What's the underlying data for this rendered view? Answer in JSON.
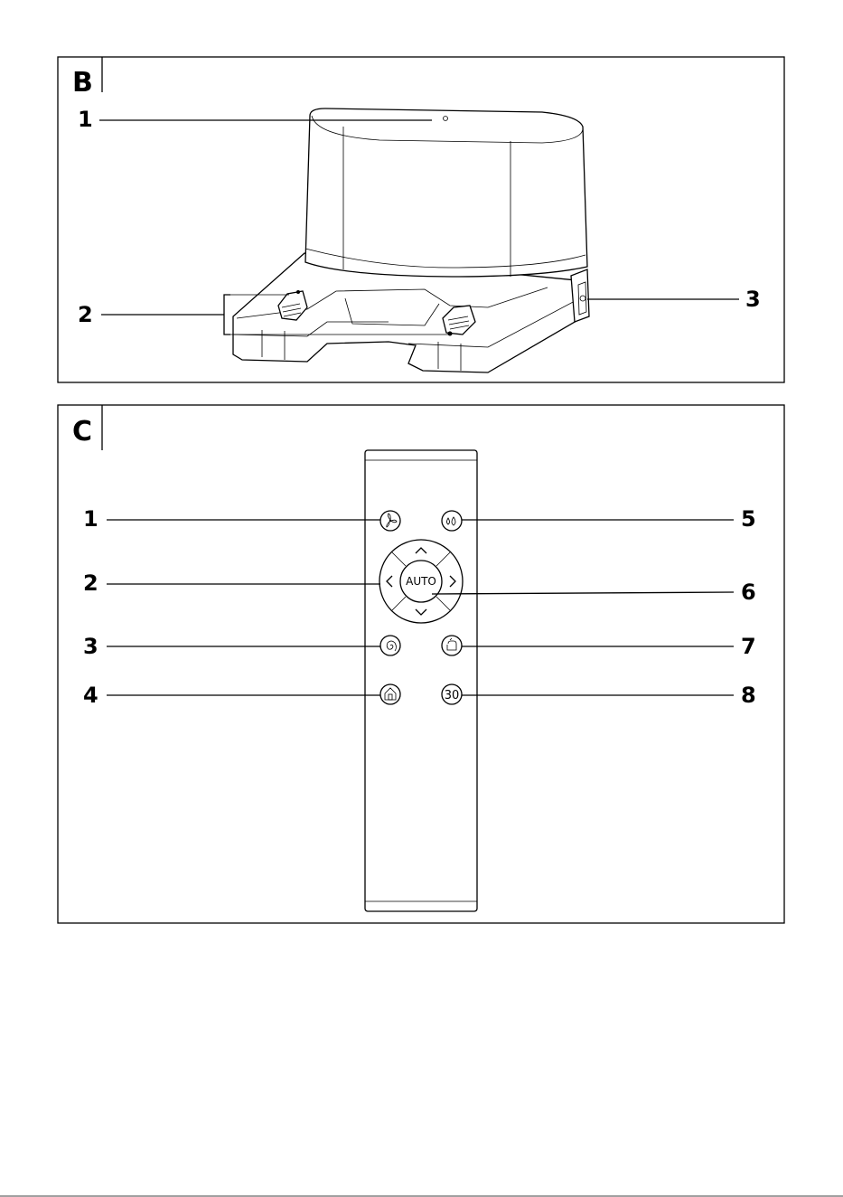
{
  "panels": {
    "b": {
      "label": "B",
      "callouts": [
        "1",
        "2",
        "3"
      ]
    },
    "c": {
      "label": "C",
      "callouts": [
        "1",
        "2",
        "3",
        "4",
        "5",
        "6",
        "7",
        "8"
      ],
      "buttons": {
        "auto": "AUTO",
        "timer": "30"
      }
    }
  },
  "icons": {
    "fan": "fan-icon",
    "drops": "water-drops-icon",
    "spiral": "spiral-icon",
    "home": "home-dock-icon",
    "edge": "edge-clean-icon",
    "arrows": [
      "arrow-up-icon",
      "arrow-down-icon",
      "arrow-left-icon",
      "arrow-right-icon"
    ]
  }
}
